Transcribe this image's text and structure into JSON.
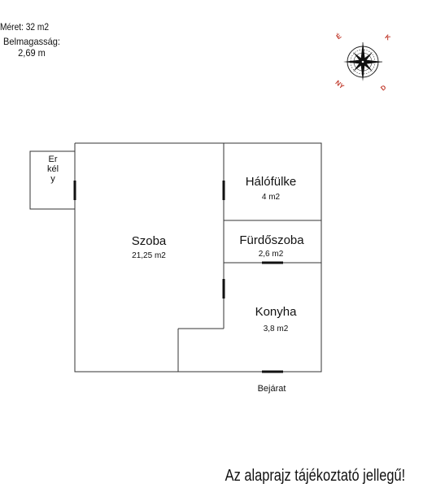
{
  "info": {
    "size": "Méret: 32 m2",
    "height_label": "Belmagasság:",
    "height_value": "2,69 m"
  },
  "compass": {
    "letters": [
      "É",
      "K",
      "D",
      "NY"
    ],
    "accent": "#c0392b"
  },
  "rooms": [
    {
      "name": "Szoba",
      "area": "21,25 m2"
    },
    {
      "name": "Hálófülke",
      "area": "4 m2"
    },
    {
      "name": "Fürdőszoba",
      "area": "2,6 m2"
    },
    {
      "name": "Konyha",
      "area": "3,8 m2"
    }
  ],
  "balcony": {
    "label": "Erkély"
  },
  "entrance": {
    "label": "Bejárat"
  },
  "disclaimer": "Az alaprajz tájékoztató jellegű!"
}
